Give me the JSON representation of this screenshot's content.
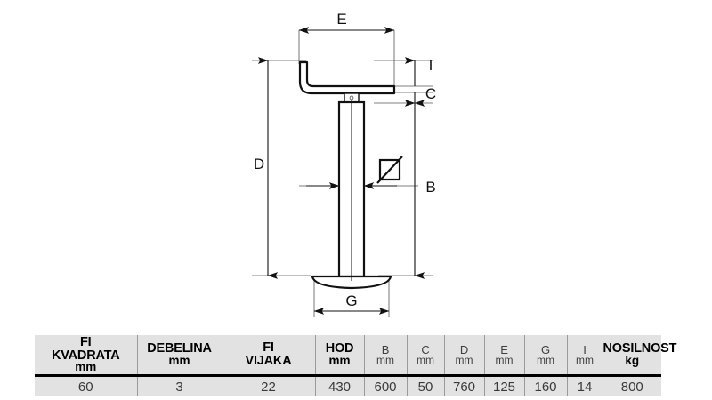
{
  "drawing": {
    "title": "telescopic-support-leg-technical-drawing",
    "dimension_labels": {
      "E": "E",
      "I": "I",
      "C": "C",
      "D": "D",
      "B": "B",
      "G": "G",
      "diameter": "⌀"
    }
  },
  "table": {
    "columns": [
      {
        "name": "fi-kvadrata",
        "title": "FI KVADRATA",
        "title_line1": "FI",
        "title_line2": "KVADRATA",
        "unit": "mm",
        "style": "bold",
        "value": "60"
      },
      {
        "name": "debelina",
        "title": "DEBELINA",
        "title_line1": "DEBELINA",
        "title_line2": "",
        "unit": "mm",
        "style": "bold",
        "value": "3"
      },
      {
        "name": "fi-vijaka",
        "title": "FI VIJAKA",
        "title_line1": "FI",
        "title_line2": "VIJAKA",
        "unit": "",
        "style": "bold",
        "value": "22"
      },
      {
        "name": "hod",
        "title": "HOD",
        "title_line1": "HOD",
        "title_line2": "",
        "unit": "mm",
        "style": "bold",
        "value": "430"
      },
      {
        "name": "b",
        "title": "B",
        "title_line1": "B",
        "title_line2": "",
        "unit": "mm",
        "style": "small",
        "value": "600"
      },
      {
        "name": "c",
        "title": "C",
        "title_line1": "C",
        "title_line2": "",
        "unit": "mm",
        "style": "small",
        "value": "50"
      },
      {
        "name": "d",
        "title": "D",
        "title_line1": "D",
        "title_line2": "",
        "unit": "mm",
        "style": "small",
        "value": "760"
      },
      {
        "name": "e",
        "title": "E",
        "title_line1": "E",
        "title_line2": "",
        "unit": "mm",
        "style": "small",
        "value": "125"
      },
      {
        "name": "g",
        "title": "G",
        "title_line1": "G",
        "title_line2": "",
        "unit": "mm",
        "style": "small",
        "value": "160"
      },
      {
        "name": "i",
        "title": "I",
        "title_line1": "I",
        "title_line2": "",
        "unit": "mm",
        "style": "small",
        "value": "14"
      },
      {
        "name": "nosilnost",
        "title": "NOSILNOST",
        "title_line1": "NOSILNOST",
        "title_line2": "",
        "unit": "kg",
        "style": "bold",
        "value": "800"
      }
    ]
  },
  "colors": {
    "table_background": "#e2e2e2",
    "line": "#111111",
    "separator": "#000000",
    "page_background": "#ffffff"
  }
}
